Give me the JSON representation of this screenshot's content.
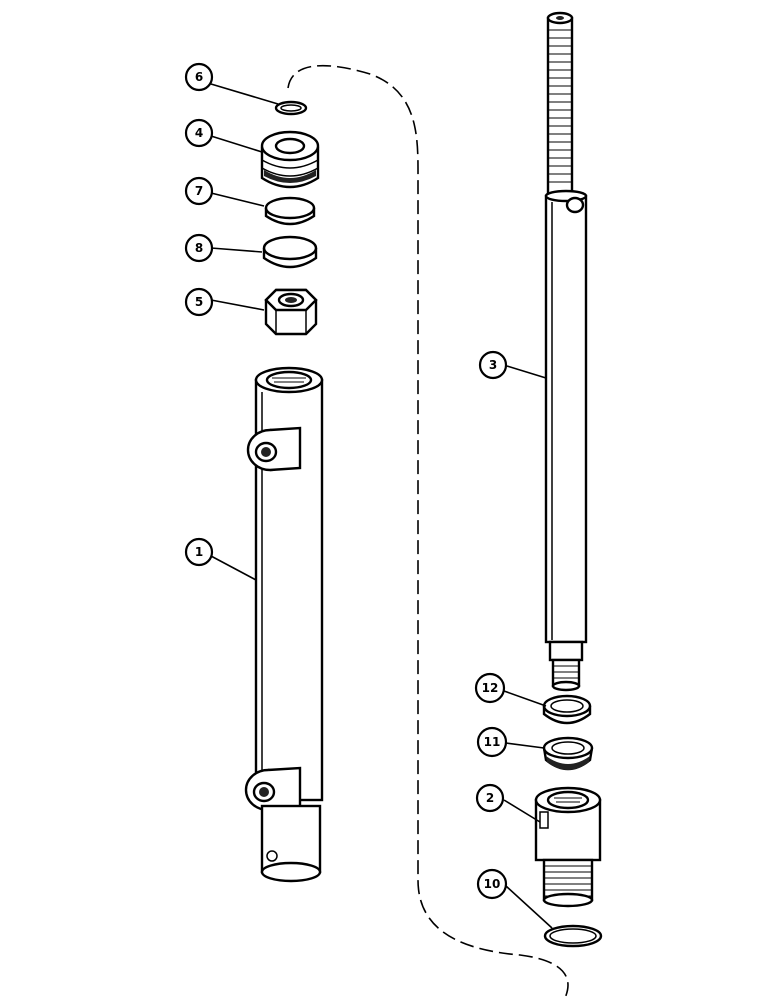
{
  "callouts": [
    {
      "id": "callout-6",
      "label": "6"
    },
    {
      "id": "callout-4",
      "label": "4"
    },
    {
      "id": "callout-7",
      "label": "7"
    },
    {
      "id": "callout-8",
      "label": "8"
    },
    {
      "id": "callout-5",
      "label": "5"
    },
    {
      "id": "callout-1",
      "label": "1"
    },
    {
      "id": "callout-3",
      "label": "3"
    },
    {
      "id": "callout-12",
      "label": "12"
    },
    {
      "id": "callout-11",
      "label": "11"
    },
    {
      "id": "callout-2",
      "label": "2"
    },
    {
      "id": "callout-10",
      "label": "10"
    }
  ]
}
